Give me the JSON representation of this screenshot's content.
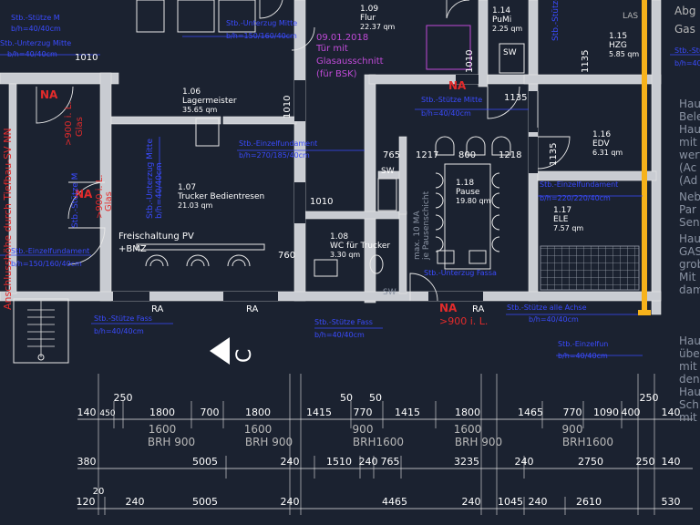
{
  "rooms": {
    "r109": {
      "num": "1.09",
      "name": "Flur",
      "area": "22.37 qm"
    },
    "r114": {
      "num": "1.14",
      "name": "PuMi",
      "area": "2.25 qm"
    },
    "r115": {
      "num": "1.15",
      "name": "HZG",
      "area": "5.85 qm"
    },
    "r106": {
      "num": "1.06",
      "name": "Lagermeister",
      "area": "35.65 qm"
    },
    "r116": {
      "num": "1.16",
      "name": "EDV",
      "area": "6.31 qm"
    },
    "r107": {
      "num": "1.07",
      "name": "Trucker Bedientresen",
      "area": "21.03 qm"
    },
    "r118": {
      "num": "1.18",
      "name": "Pause",
      "area": "19.80 qm"
    },
    "r117": {
      "num": "1.17",
      "name": "ELE",
      "area": "7.57 qm"
    },
    "r108": {
      "num": "1.08",
      "name": "WC für Trucker",
      "area": "3.30 qm"
    }
  },
  "labels": {
    "las": "LAS",
    "abg": "Abg",
    "gas": "Gas",
    "sw": "SW",
    "ra": "RA",
    "na": "NA",
    "na_900": ">900 i. L.",
    "freischaltung": "Freischaltung PV",
    "bmz": "+BMZ",
    "glas": "Glas",
    "glas_900": ">900 i. L.",
    "pause_note_1": "max. 10 MA",
    "pause_note_2": "je Pausenschicht",
    "side_text": "Anschlusshöhe durch Tiefbau-SV NN",
    "north_c": "C"
  },
  "door_widths": [
    "1010",
    "1010",
    "1010",
    "1010",
    "1135",
    "1135",
    "1135",
    "765",
    "1217",
    "800",
    "1218",
    "760"
  ],
  "annotations": {
    "magenta_1": "09.01.2018",
    "magenta_2": "Tür mit",
    "magenta_3": "Glasausschnitt",
    "magenta_4": "(für BSK)",
    "blue": [
      "Stb.-Stütze M",
      "b/h=40/40cm",
      "Stb.-Unterzug Mitte",
      "b/h=40/40cm",
      "Stb.-Unterzug Mitte",
      "b/h=150/160/40cm",
      "Stb.-Einzelfundament",
      "b/h=270/185/40cm",
      "Stb.-Stütze Mitte",
      "b/h=40/40cm",
      "Stb.-Einzelfundament",
      "b/h=220/220/40cm",
      "Stb.-Stütze Fass",
      "b/h=40/40cm",
      "Stb.-Stütze Fass",
      "b/h=40/40cm",
      "Stb.-Unterzug Fassa",
      "Stb.-Stütze alle Achse",
      "b/h=40/40cm",
      "Stb.-Einzelfun",
      "b/h=40/40cm",
      "Stb.-Stütze Mitte",
      "b/h=40/40cm",
      "Stb.-Einzelfundament",
      "b/h=150/160/40cm"
    ],
    "right_grey": [
      "Hau",
      "Bele",
      "Hau",
      "mit",
      "wert",
      "(Ac",
      "(Ad",
      "Neb",
      "Par",
      "Sen",
      "Hau",
      "GAS",
      "grob",
      "Mit",
      "dam",
      "Hau",
      "übe",
      "mit",
      "den",
      "Hau",
      "Sch",
      "mit"
    ]
  },
  "dimensions": {
    "row1": [
      "140",
      "450",
      "250",
      "1800",
      "700",
      "1800",
      "1415",
      "50",
      "770",
      "50",
      "1415",
      "1800",
      "1465",
      "770",
      "1090",
      "400",
      "250",
      "140"
    ],
    "row1_sub": [
      "1600",
      "BRH 900",
      "1600",
      "BRH 900",
      "900",
      "BRH1600",
      "1600",
      "BRH 900",
      "900",
      "BRH1600"
    ],
    "row2": [
      "380",
      "5005",
      "240",
      "1510",
      "240",
      "765",
      "3235",
      "240",
      "2750",
      "250",
      "140"
    ],
    "row3": [
      "120",
      "20",
      "240",
      "5005",
      "240",
      "4465",
      "240",
      "1045",
      "240",
      "2610",
      "530"
    ]
  }
}
